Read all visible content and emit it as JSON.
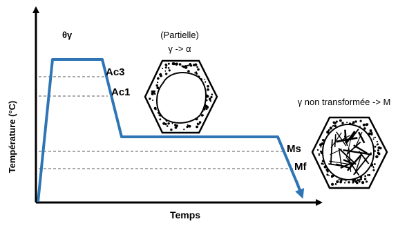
{
  "labels": {
    "y_axis": "Température (°C)",
    "x_axis": "Temps",
    "theta_gamma": "θγ",
    "ac3": "Ac3",
    "ac1": "Ac1",
    "ms": "Ms",
    "mf": "Mf",
    "partial_line1": "(Partielle)",
    "partial_line2": "γ -> α",
    "untransformed": "γ non transformée -> M"
  },
  "colors": {
    "curve": "#2e75b6",
    "axis": "#000000",
    "dash": "#555555"
  },
  "icons": {
    "arrow": "arrow-head",
    "grain_partial": "hexagon-grain-ferrite",
    "grain_martensite": "hexagon-grain-martensite"
  }
}
